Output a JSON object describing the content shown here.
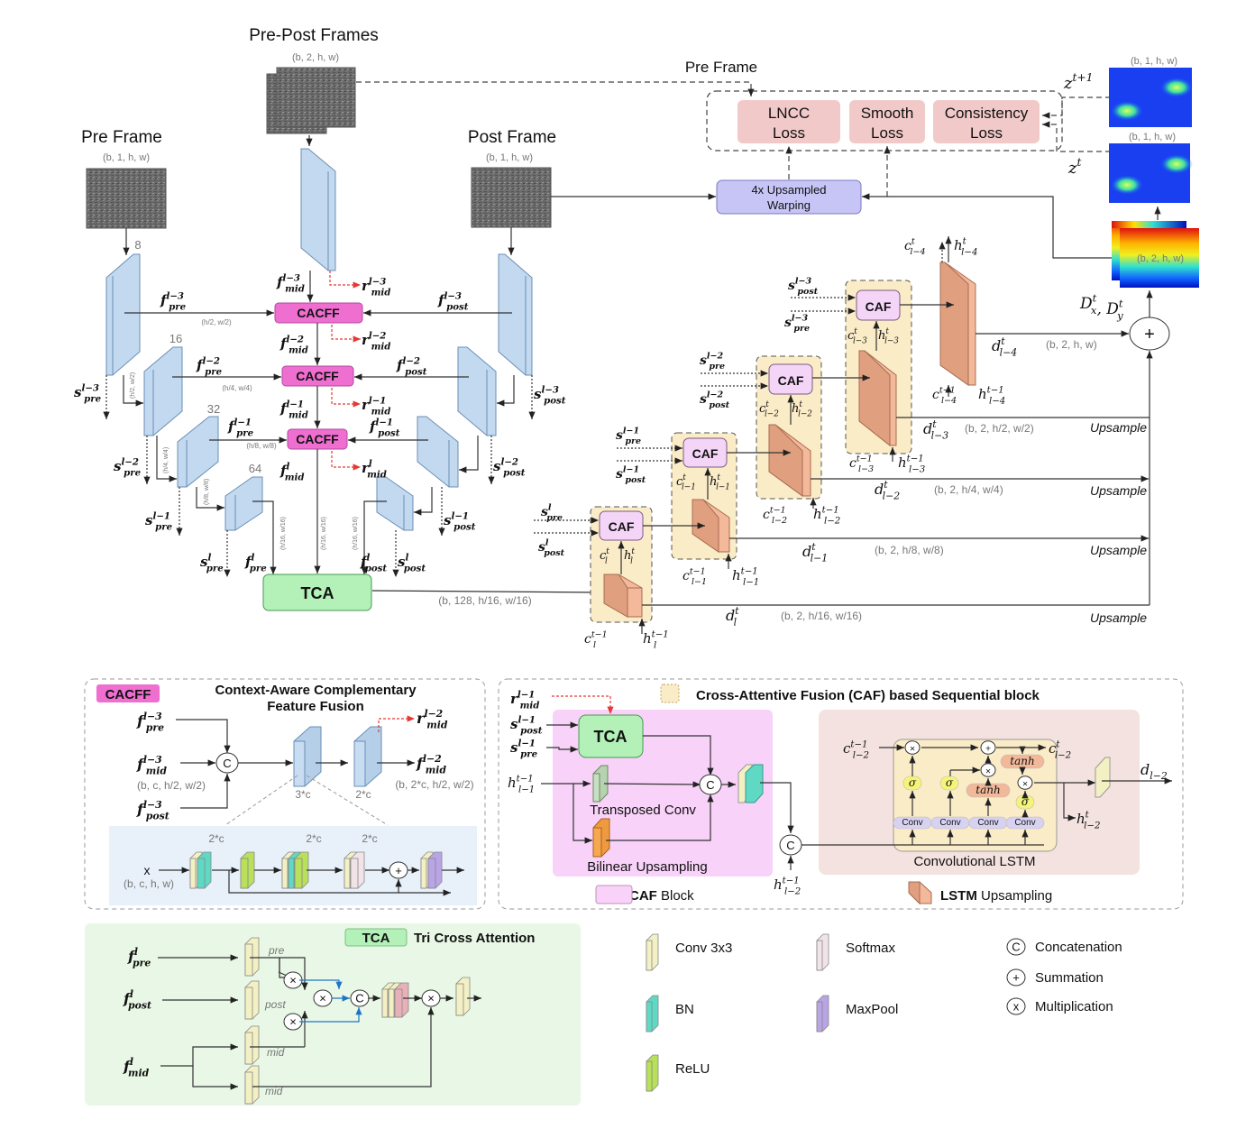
{
  "encoder": {
    "prepost_title": "Pre-Post Frames",
    "prepost_shape": "(b, 2, h, w)",
    "pre_title": "Pre Frame",
    "pre_shape": "(b, 1, h, w)",
    "post_title": "Post Frame",
    "post_shape": "(b, 1, h, w)",
    "channels": [
      "8",
      "16",
      "32",
      "64"
    ],
    "scales": [
      "(h/2, w/2)",
      "(h/4, w/4)",
      "(h/8, w/8)",
      "(h/16, w/16)"
    ],
    "cacff_label": "CACFF",
    "tca_label": "TCA",
    "tca_out_shape": "(b, 128, h/16, w/16)",
    "f_pre": [
      "f^{l-3}_{pre}",
      "f^{l-2}_{pre}",
      "f^{l-1}_{pre}",
      "f^{l}_{pre}"
    ],
    "f_post": [
      "f^{l-3}_{post}",
      "f^{l-2}_{post}",
      "f^{l-1}_{post}",
      "f^{l}_{post}"
    ],
    "f_mid": [
      "f^{l-3}_{mid}",
      "f^{l-2}_{mid}",
      "f^{l-1}_{mid}",
      "f^{l}_{mid}"
    ],
    "r_mid": [
      "r^{l-3}_{mid}",
      "r^{l-2}_{mid}",
      "r^{l-1}_{mid}",
      "r^{l}_{mid}"
    ],
    "s_pre": [
      "s^{l-3}_{pre}",
      "s^{l-2}_{pre}",
      "s^{l-1}_{pre}",
      "s^{l}_{pre}"
    ],
    "s_post": [
      "s^{l-3}_{post}",
      "s^{l-2}_{post}",
      "s^{l-1}_{post}",
      "s^{l}_{post}"
    ]
  },
  "loss": {
    "pre_frame_label": "Pre Frame",
    "lncc": [
      "LNCC",
      "Loss"
    ],
    "smooth": [
      "Smooth",
      "Loss"
    ],
    "consistency": [
      "Consistency",
      "Loss"
    ],
    "warping": [
      "4x Upsampled",
      "Warping"
    ],
    "z_next": "z^{t+1}",
    "z_cur": "z^{t}",
    "z_shape": "(b, 1, h, w)",
    "flow_shape": "(b, 2, h, w)",
    "flow_label": "D^t_x, D^t_y"
  },
  "decoder": {
    "caf_label": "CAF",
    "upsample_label": "Upsample",
    "d_labels": [
      "d^t_{l-4}",
      "d^t_{l-3}",
      "d^t_{l-2}",
      "d^t_{l-1}",
      "d^t_{l}"
    ],
    "d_shapes": [
      "(b, 2, h, w)",
      "(b, 2, h/2, w/2)",
      "(b, 2, h/4, w/4)",
      "(b, 2, h/8, w/8)",
      "(b, 2, h/16, w/16)"
    ],
    "c_out": [
      "c^t_{l-4}",
      "c^t_{l-3}",
      "c^t_{l-2}",
      "c^t_{l-1}",
      "c^t_{l}"
    ],
    "h_out": [
      "h^t_{l-4}",
      "h^t_{l-3}",
      "h^t_{l-2}",
      "h^t_{l-1}",
      "h^t_{l}"
    ],
    "c_in": [
      "c^{t-1}_{l-4}",
      "c^{t-1}_{l-3}",
      "c^{t-1}_{l-2}",
      "c^{t-1}_{l-1}",
      "c^{t-1}_{l}"
    ],
    "h_in": [
      "h^{t-1}_{l-4}",
      "h^{t-1}_{l-3}",
      "h^{t-1}_{l-2}",
      "h^{t-1}_{l-1}",
      "h^{t-1}_{l}"
    ]
  },
  "cacff_panel": {
    "badge": "CACFF",
    "title": [
      "Context-Aware Complementary",
      "Feature Fusion"
    ],
    "in_pre": "f^{l-3}_{pre}",
    "in_mid": "f^{l-3}_{mid}",
    "in_post": "f^{l-3}_{post}",
    "in_shape": "(b, c, h/2, w/2)",
    "out": "f^{l-2}_{mid}",
    "out_shape": "(b, 2*c, h/2, w/2)",
    "r_out": "r^{l-2}_{mid}",
    "ch_a": "3*c",
    "ch_b": "2*c",
    "x_label": "x",
    "x_shape": "(b, c, h, w)",
    "inner_ch": [
      "2*c",
      "2*c",
      "2*c"
    ]
  },
  "caf_panel": {
    "title": "Cross-Attentive Fusion (CAF) based Sequential block",
    "r_in": "r^{l-1}_{mid}",
    "s_post": "s^{l-1}_{post}",
    "s_pre": "s^{l-1}_{pre}",
    "h_in": "h^{t-1}_{l-1}",
    "tca_label": "TCA",
    "transposed": "Transposed Conv",
    "bilinear": "Bilinear Upsampling",
    "h_in2": "h^{t-1}_{l-2}",
    "c_in": "c^{t-1}_{l-2}",
    "c_out": "c^t_{l-2}",
    "h_out": "h^t_{l-2}",
    "d_out": "d_{l-2}",
    "tanh": "tanh",
    "sigma": "σ",
    "conv": "Conv",
    "lstm_title": "Convolutional LSTM",
    "caf_block_bold": "CAF",
    "caf_block_rest": " Block",
    "lstm_up_bold": "LSTM",
    "lstm_up_rest": " Upsampling"
  },
  "tca_panel": {
    "badge": "TCA",
    "title": "Tri Cross Attention",
    "in_pre": "f^{l}_{pre}",
    "in_post": "f^{l}_{post}",
    "in_mid": "f^{l}_{mid}",
    "tags": [
      "pre",
      "post",
      "mid",
      "mid"
    ]
  },
  "legend": {
    "items": [
      {
        "label": "Conv 3x3",
        "color": "#f3f0c4"
      },
      {
        "label": "BN",
        "color": "#5fd9c4"
      },
      {
        "label": "ReLU",
        "color": "#b8e05a"
      },
      {
        "label": "Softmax",
        "color": "#f1e4e8"
      },
      {
        "label": "MaxPool",
        "color": "#b9a4e6"
      }
    ],
    "ops": [
      {
        "symbol": "C",
        "label": "Concatenation"
      },
      {
        "symbol": "+",
        "label": "Summation"
      },
      {
        "symbol": "x",
        "label": "Multiplication"
      }
    ]
  },
  "colors": {
    "encoder_block": "#c3d9f0",
    "cacff": "#ee6fd0",
    "tca": "#b3f1b8",
    "caf": "#f5d5f7",
    "caf_bg": "#fbecc8",
    "lstm_block": "#e6a584",
    "loss": "#f2c9c9",
    "warping": "#c7c5f6"
  }
}
